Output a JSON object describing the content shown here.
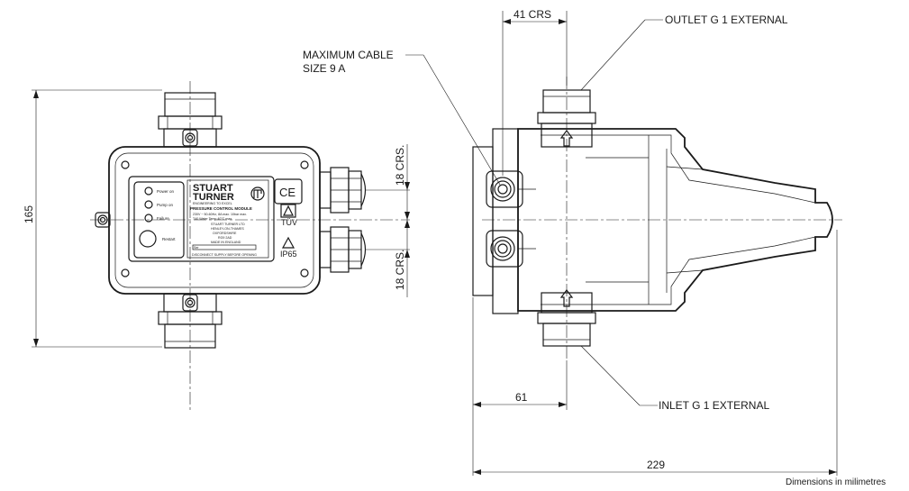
{
  "dimensions": {
    "height_165": "165",
    "crs_41": "41 CRS",
    "crs_18_upper": "18 CRS.",
    "crs_18_lower": "18 CRS.",
    "dim_61": "61",
    "dim_229": "229"
  },
  "callouts": {
    "max_cable_line1": "MAXIMUM CABLE",
    "max_cable_line2": "SIZE 9 A",
    "outlet": "OUTLET G 1 EXTERNAL",
    "inlet": "INLET G 1 EXTERNAL"
  },
  "controller": {
    "brand_line1": "STUART",
    "brand_line2": "TURNER",
    "tagline": "ENGINEERING TO EXCEL",
    "module_title": "PRESSURE CONTROL MODULE",
    "spec_line1": "230V ~ 50-60Hz,  8A max.  10bar max.",
    "spec_line2": "T40     Water Temp 40°C max.",
    "company_line1": "STUART TURNER LTD",
    "company_line2": "HENLEY-ON-THAMES",
    "company_line3": "OXFORDSHIRE",
    "company_line4": "RG9 2AD",
    "company_line5": "MADE IN ENGLAND",
    "serial_label": "Ser",
    "warning": "DISCONNECT SUPPLY BEFORE OPENING",
    "led_power": "Power on",
    "led_pump": "Pump on",
    "led_failure": "Failure",
    "restart": "Restart",
    "ce_mark": "CE",
    "tuv_mark": "TÜV",
    "ip_rating": "IP65"
  },
  "footer": {
    "units_note": "Dimensions in milimetres"
  }
}
